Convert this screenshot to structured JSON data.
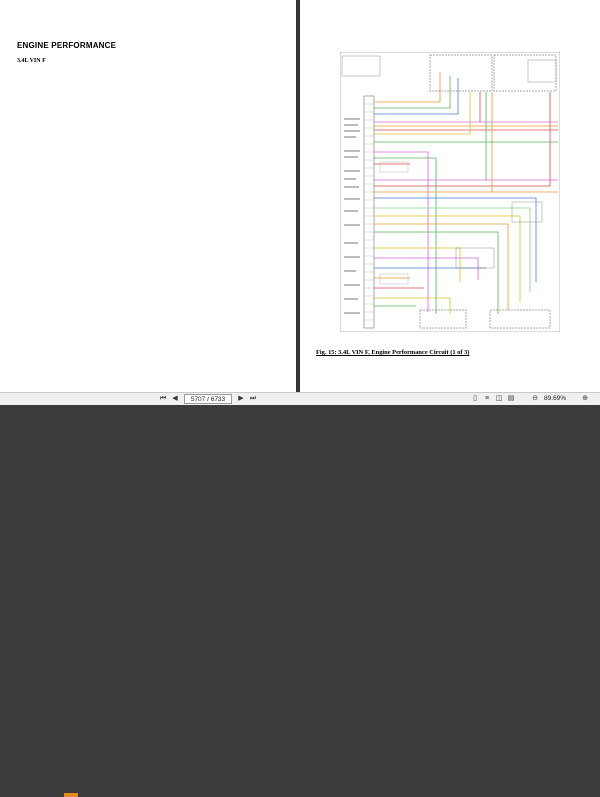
{
  "left_page": {
    "heading": "ENGINE PERFORMANCE",
    "subheading": "3.4L VIN F"
  },
  "right_page": {
    "caption": "Fig. 15: 3.4L VIN F, Engine Performance Circuit (1 of 3)"
  },
  "statusbar": {
    "page_indicator": "5707 / 6733",
    "zoom_level": "89.69%"
  },
  "colors": {
    "wire_violet": "#d36bd6",
    "wire_green": "#58b45a",
    "wire_yellow": "#d8c422",
    "wire_orange": "#e39a35",
    "wire_red": "#d94b4b",
    "wire_blue": "#4f7fd0",
    "wire_lightgreen": "#8fd18a",
    "accent_orange": "#e78a1c"
  },
  "icons": [
    "first-page-icon",
    "prev-page-icon",
    "next-page-icon",
    "last-page-icon",
    "single-page-icon",
    "continuous-page-icon",
    "two-page-icon",
    "scroll-page-icon",
    "zoom-out-icon",
    "zoom-in-icon"
  ]
}
